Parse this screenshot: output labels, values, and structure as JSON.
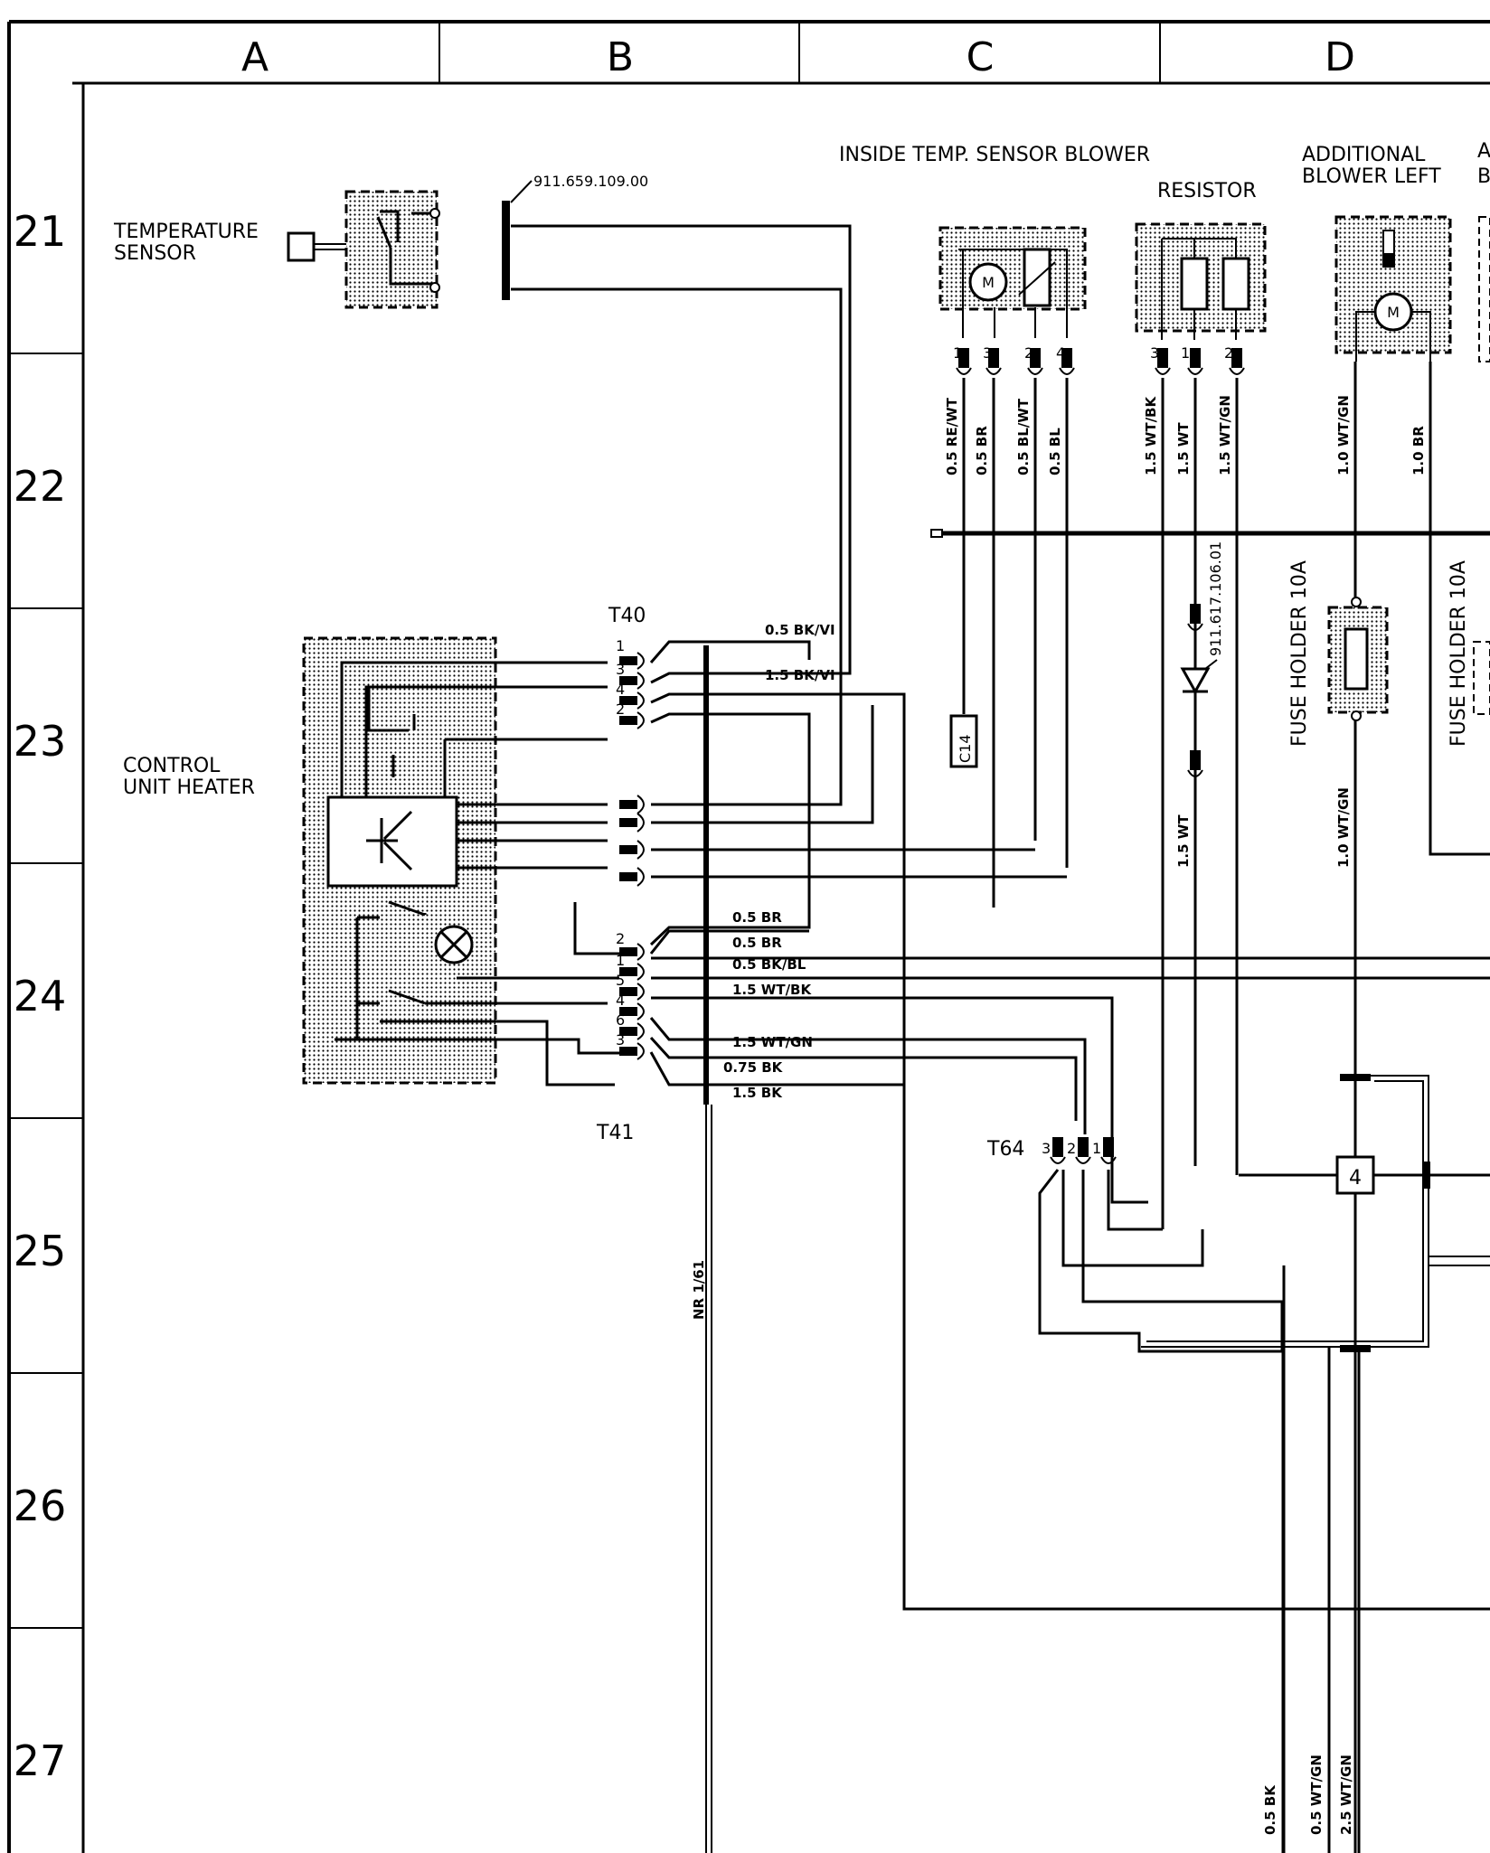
{
  "columns": [
    "A",
    "B",
    "C",
    "D"
  ],
  "rows": [
    "21",
    "22",
    "23",
    "24",
    "25",
    "26",
    "27"
  ],
  "components": {
    "temperature_sensor": "TEMPERATURE\nSENSOR",
    "part_number_top": "911.659.109.00",
    "inside_temp_sensor_blower": "INSIDE TEMP. SENSOR BLOWER",
    "resistor": "RESISTOR",
    "additional_blower_left": "ADDITIONAL\nBLOWER LEFT",
    "control_unit_heater": "CONTROL\nUNIT HEATER",
    "fuse_holder_1": "FUSE HOLDER 10A",
    "fuse_holder_2": "FUSE HOLDER 10A",
    "diode_part_number": "911.617.106.01",
    "ground_ref": "C14",
    "nr_label": "NR 1/61",
    "relay_number": "4",
    "cut_text_1": "A",
    "cut_text_2": "B"
  },
  "connectors": {
    "t40": "T40",
    "t41": "T41",
    "t64": "T64",
    "t40_pins": [
      "1",
      "3",
      "4",
      "2"
    ],
    "t41_pins": [
      "2",
      "1",
      "5",
      "4",
      "6",
      "3"
    ],
    "t64_pins": [
      "3",
      "2",
      "1"
    ],
    "blower_pins": [
      "1",
      "3",
      "2",
      "4"
    ],
    "resistor_pins": [
      "3",
      "1",
      "2"
    ]
  },
  "wires": {
    "vertical_top": [
      "0.5 RE/WT",
      "0.5 BR",
      "0.5 BL/WT",
      "0.5 BL",
      "1.5 WT/BK",
      "1.5 WT",
      "1.5 WT/GN",
      "1.0 WT/GN",
      "1.0 BR"
    ],
    "t40": [
      "0.5 BK/VI",
      "1.5 BK/VI"
    ],
    "t41": [
      "0.5 BR",
      "0.5 BR",
      "0.5 BK/BL",
      "1.5 WT/BK",
      "1.5 WT/GN",
      "0.75 BK",
      "1.5 BK"
    ],
    "mid_vertical": [
      "1.5 WT",
      "1.0 WT/GN"
    ],
    "bottom": [
      "0.5 BK",
      "0.5 WT/GN",
      "2.5 WT/GN"
    ]
  }
}
